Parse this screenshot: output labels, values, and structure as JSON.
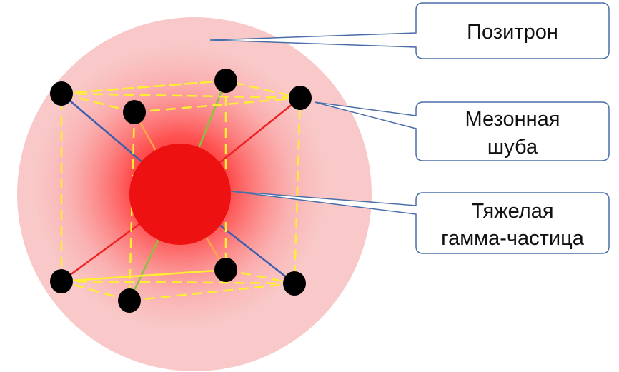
{
  "callouts": {
    "positron": {
      "lines": [
        "Позитрон"
      ]
    },
    "meson_coat": {
      "lines": [
        "Мезонная",
        "шуба"
      ]
    },
    "gamma_particle": {
      "lines": [
        "Тяжелая",
        "гамма-частица"
      ]
    }
  },
  "colors": {
    "positron_fill": "#f9c8c8",
    "glow": "#ff2a2a",
    "core": "#ee1111",
    "node": "#000000",
    "cube_edge": "#ffee33",
    "bond_blue": "#3a5fae",
    "bond_red": "#ee2222",
    "bond_green": "#88c33a",
    "bond_orange": "#ffa54a",
    "callout_border": "#4a6ea8",
    "callout_fill": "#ffffff"
  }
}
